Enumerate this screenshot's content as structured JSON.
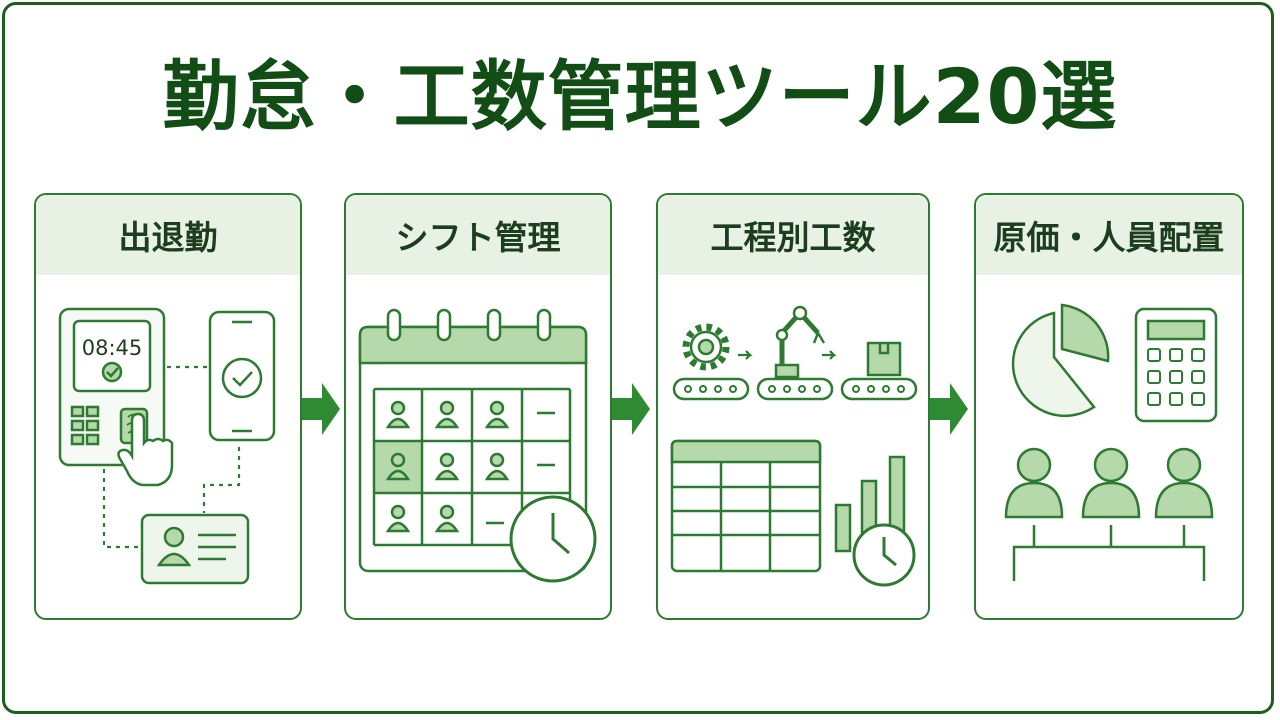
{
  "title": "勤怠・工数管理ツール20選",
  "panels": [
    {
      "label": "出退勤",
      "clock_time": "08:45"
    },
    {
      "label": "シフト管理"
    },
    {
      "label": "工程別工数"
    },
    {
      "label": "原価・人員配置"
    }
  ],
  "colors": {
    "frame": "#1d5e1f",
    "title": "#134d16",
    "panel_border": "#2f7a33",
    "header_fill": "#e7f1e4",
    "icon_fill": "#b5d9aa",
    "icon_stroke": "#2f7a33",
    "arrow": "#2e8b33"
  }
}
